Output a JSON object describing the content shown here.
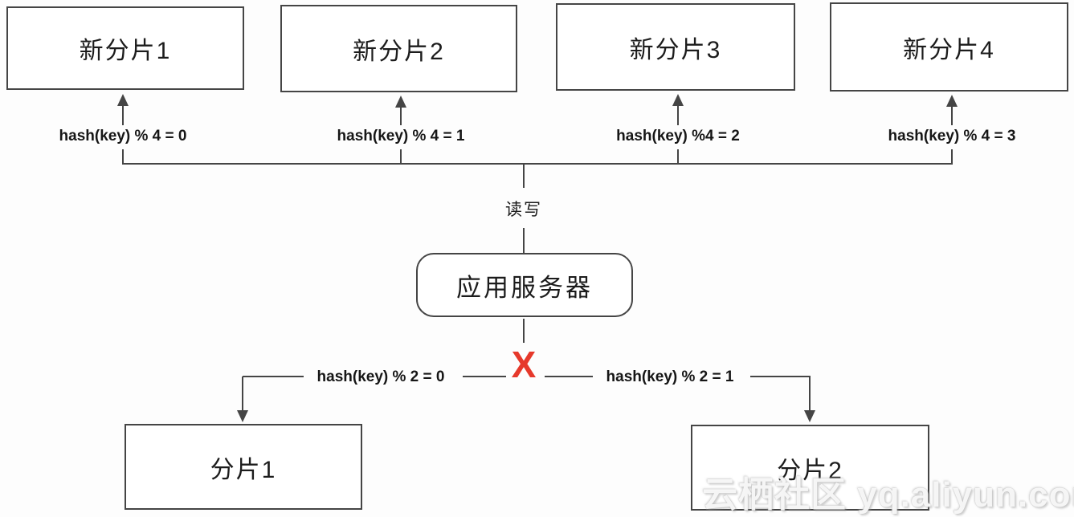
{
  "diagram": {
    "new_shards": [
      {
        "label": "新分片1",
        "hash_label": "hash(key) % 4 = 0"
      },
      {
        "label": "新分片2",
        "hash_label": "hash(key) % 4 = 1"
      },
      {
        "label": "新分片3",
        "hash_label": "hash(key) %4 = 2"
      },
      {
        "label": "新分片4",
        "hash_label": "hash(key) % 4 = 3"
      }
    ],
    "read_write_label": "读写",
    "app_server_label": "应用服务器",
    "cross_mark": "X",
    "old_shards": [
      {
        "label": "分片1",
        "hash_label": "hash(key) % 2 = 0"
      },
      {
        "label": "分片2",
        "hash_label": "hash(key) % 2 = 1"
      }
    ]
  },
  "watermark": {
    "text": "云栖社区 yq.aliyun.com"
  },
  "colors": {
    "line": "#454545",
    "cross": "#e6392b"
  }
}
